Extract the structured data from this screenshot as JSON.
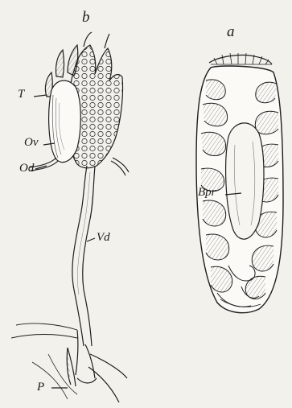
{
  "figure": {
    "panel_b": {
      "heading": "b",
      "labels": {
        "testis": "T",
        "ovary": "Ov",
        "oviduct": "Od",
        "vas_deferens": "Vd",
        "penis": "P"
      }
    },
    "panel_a": {
      "heading": "a",
      "labels": {
        "brood_pouch": "Bpr"
      }
    }
  }
}
